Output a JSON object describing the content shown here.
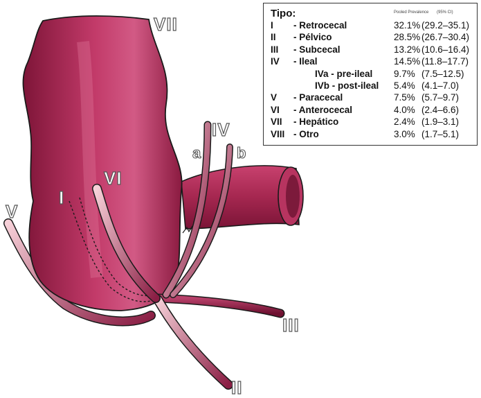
{
  "figure": {
    "labels": {
      "I": "I",
      "II": "II",
      "III": "III",
      "IV": "IV",
      "V": "V",
      "VI": "VI",
      "VII": "VII",
      "a": "a",
      "b": "b"
    },
    "colors": {
      "cecum": "#a82451",
      "cecum_highlight": "#d85a86",
      "ileum": "#b02c58",
      "appendix_light": "#f1c1cc",
      "appendix_dark": "#8a1e44",
      "outline": "#1a1a1a"
    }
  },
  "legend": {
    "title": "Tipo:",
    "header_prevalence": "Pooled Prevalence",
    "header_ci": "(95% CI)",
    "rows": [
      {
        "code": "I",
        "name": "- Retrocecal",
        "pct": "32.1%",
        "ci": "(29.2–35.1)",
        "sub": false
      },
      {
        "code": "II",
        "name": "- Pélvico",
        "pct": "28.5%",
        "ci": "(26.7–30.4)",
        "sub": false
      },
      {
        "code": "III",
        "name": "- Subcecal",
        "pct": "13.2%",
        "ci": "(10.6–16.4)",
        "sub": false
      },
      {
        "code": "IV",
        "name": "- Ileal",
        "pct": "14.5%",
        "ci": "(11.8–17.7)",
        "sub": false
      },
      {
        "code": "",
        "name": "IVa - pre-ileal",
        "pct": "9.7%",
        "ci": "(7.5–12.5)",
        "sub": true
      },
      {
        "code": "",
        "name": "IVb - post-ileal",
        "pct": "5.4%",
        "ci": "(4.1–7.0)",
        "sub": true
      },
      {
        "code": "V",
        "name": "- Paracecal",
        "pct": "7.5%",
        "ci": "(5.7–9.7)",
        "sub": false
      },
      {
        "code": "VI",
        "name": "- Anterocecal",
        "pct": "4.0%",
        "ci": "(2.4–6.6)",
        "sub": false
      },
      {
        "code": "VII",
        "name": "- Hepático",
        "pct": "2.4%",
        "ci": "(1.9–3.1)",
        "sub": false
      },
      {
        "code": "VIII",
        "name": "- Otro",
        "pct": "3.0%",
        "ci": "(1.7–5.1)",
        "sub": false
      }
    ]
  }
}
